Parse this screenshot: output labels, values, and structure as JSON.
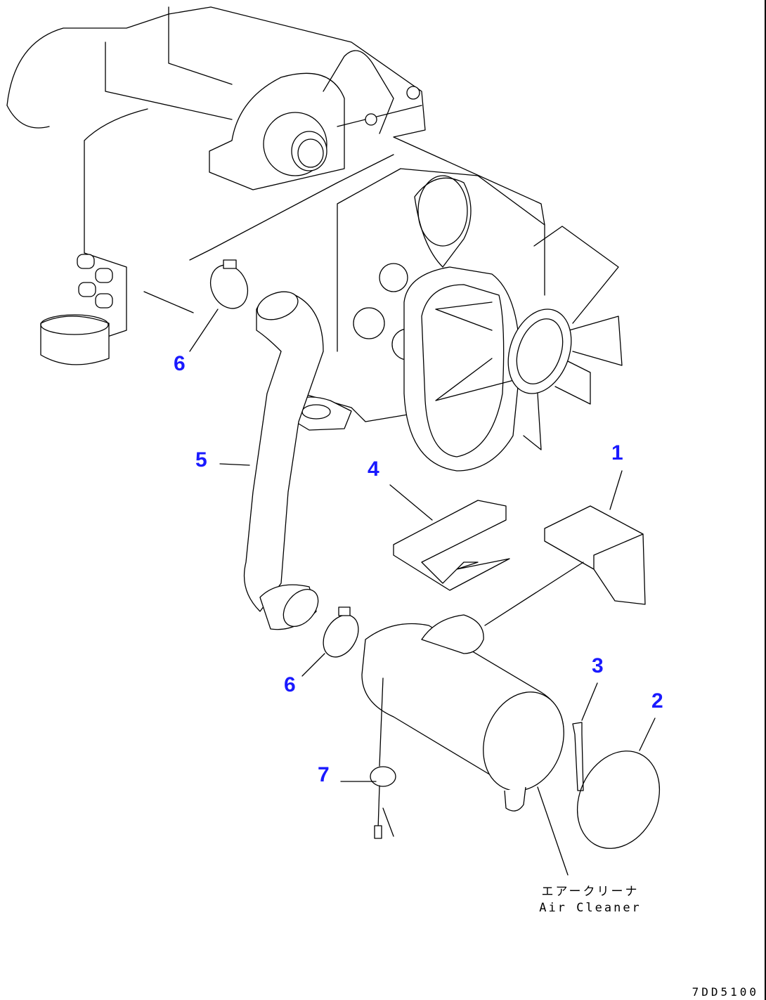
{
  "callouts": {
    "c1": "1",
    "c2": "2",
    "c3": "3",
    "c4": "4",
    "c5": "5",
    "c6a": "6",
    "c6b": "6",
    "c7": "7"
  },
  "note": {
    "japanese": "エアークリーナ",
    "english": "Air Cleaner"
  },
  "drawing_code": "7DD5100",
  "colors": {
    "callout": "#1a1aff",
    "line": "#000000"
  }
}
